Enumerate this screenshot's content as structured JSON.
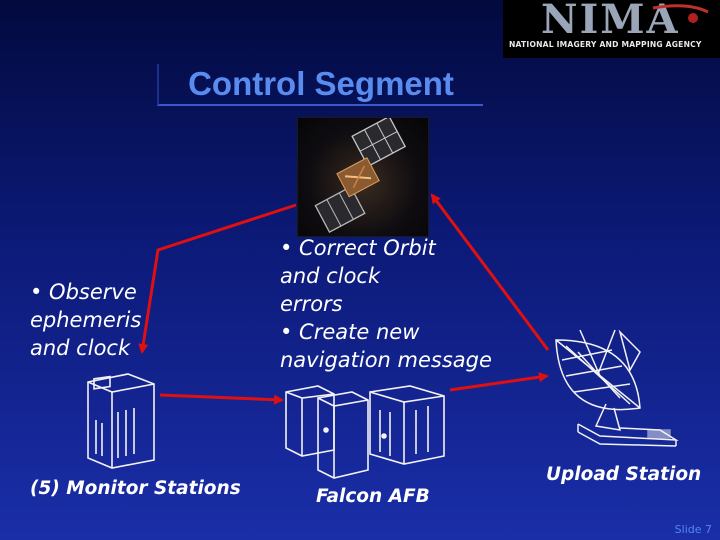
{
  "logo": {
    "word": "NIMA",
    "subtitle": "NATIONAL IMAGERY AND MAPPING AGENCY"
  },
  "title": "Control Segment",
  "monitor": {
    "bullet_lines": [
      "• Observe",
      "ephemeris",
      "and clock"
    ],
    "label": "(5) Monitor Stations"
  },
  "master": {
    "bullet_lines": [
      "• Correct Orbit",
      "and clock",
      "errors",
      "• Create new",
      "navigation message"
    ],
    "label": "Falcon AFB"
  },
  "upload": {
    "label": "Upload Station"
  },
  "slide_number": "Slide 7",
  "colors": {
    "title": "#5a8cf0",
    "arrow": "#e01010",
    "text": "#ffffff"
  },
  "icons": [
    "satellite-image",
    "monitor-station-server-icon",
    "master-control-servers-icon",
    "satellite-dish-icon",
    "arrow-icon"
  ]
}
